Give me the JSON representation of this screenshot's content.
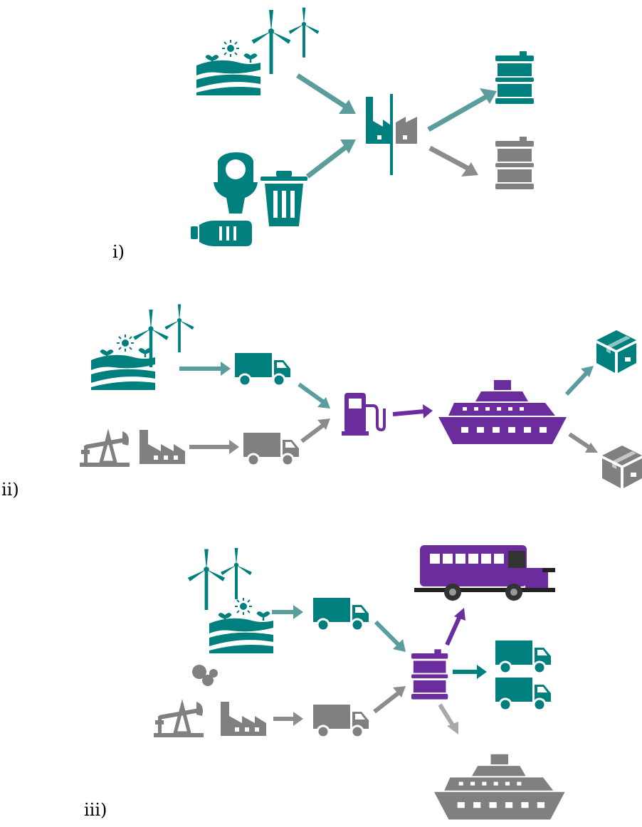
{
  "labels": {
    "panel1": "i)",
    "panel2": "ii)",
    "panel3": "iii)"
  },
  "colors": {
    "green": "#007F7F",
    "green_arrow": "#5B9C9C",
    "gray": "#808080",
    "gray_arrow": "#8C8C8C",
    "purple": "#6B2D9E",
    "ship_light": "#A9A9A9"
  },
  "icons": [
    "solar-farm-icon",
    "wind-turbine-icon",
    "toilet-icon",
    "trash-can-icon",
    "plastic-bottle-icon",
    "factory-icon",
    "barrel-icon",
    "truck-icon",
    "fuel-pump-icon",
    "ship-icon",
    "box-icon",
    "oil-pump-icon",
    "bus-icon"
  ]
}
